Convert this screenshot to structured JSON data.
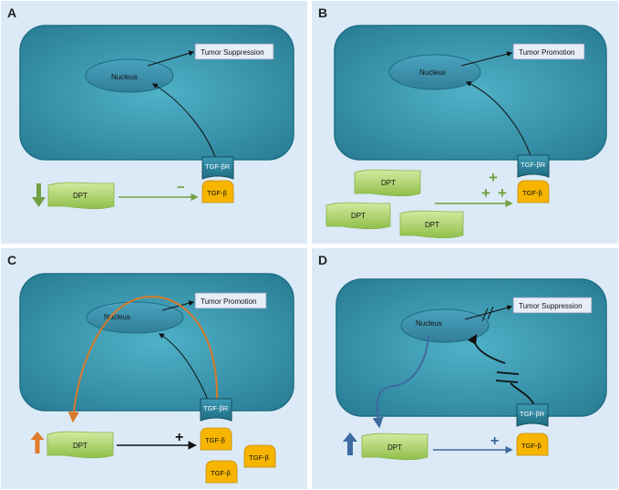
{
  "panels": [
    {
      "letter": "A",
      "outcome": "Tumor Suppression",
      "nucleus": "Nucleus",
      "receptor": "TGF-βR",
      "ligand": "TGF-β",
      "dpt": "DPT",
      "sign": "−"
    },
    {
      "letter": "B",
      "outcome": "Tumor Promotion",
      "nucleus": "Nucleus",
      "receptor": "TGF-βR",
      "ligand": "TGF-β",
      "dpt": "DPT",
      "sign": "+"
    },
    {
      "letter": "C",
      "outcome": "Tumor Promotion",
      "nucleus": "Nucleus",
      "receptor": "TGF-βR",
      "ligand": "TGF-β",
      "dpt": "DPT",
      "sign": "+"
    },
    {
      "letter": "D",
      "outcome": "Tumor Suppression",
      "nucleus": "Nucleus",
      "receptor": "TGF-βR",
      "ligand": "TGF-β",
      "dpt": "DPT",
      "sign": "+"
    }
  ],
  "colors": {
    "panel_bg": "#dbeaf6",
    "cell_fill": "#2e8ea6",
    "nucleus_fill": "#3f96b4",
    "dpt_fill": "#b3d66d",
    "ligand_fill": "#f7b500",
    "arrow_orange": "#d87a2a",
    "arrow_blue": "#3d6aa0",
    "arrow_green": "#73a044"
  }
}
